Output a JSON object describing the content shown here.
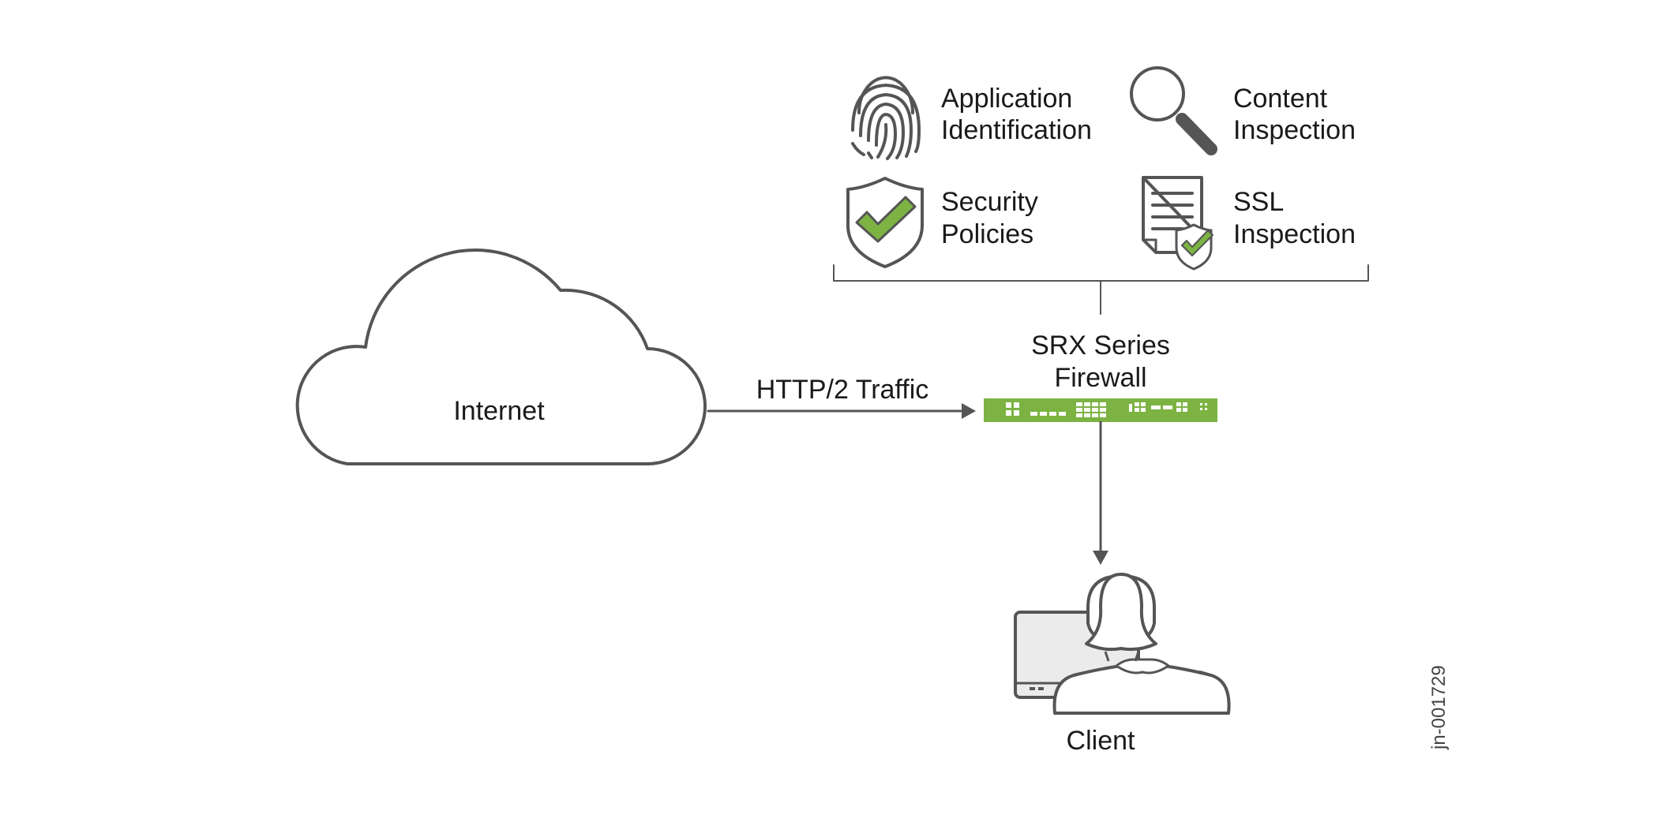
{
  "nodes": {
    "internet": {
      "label": "Internet"
    },
    "firewall": {
      "label_line1": "SRX Series",
      "label_line2": "Firewall"
    },
    "client": {
      "label": "Client"
    }
  },
  "edges": {
    "internet_to_firewall": {
      "label": "HTTP/2 Traffic"
    }
  },
  "features": [
    {
      "line1": "Application",
      "line2": "Identification",
      "icon": "fingerprint-icon"
    },
    {
      "line1": "Content",
      "line2": "Inspection",
      "icon": "magnifier-icon"
    },
    {
      "line1": "Security",
      "line2": "Policies",
      "icon": "shield-check-icon"
    },
    {
      "line1": "SSL",
      "line2": "Inspection",
      "icon": "certificate-doc-icon"
    }
  ],
  "figure_id": "jn-001729",
  "colors": {
    "stroke": "#555555",
    "accent_green": "#7cb342",
    "text": "#1a1a1a"
  }
}
